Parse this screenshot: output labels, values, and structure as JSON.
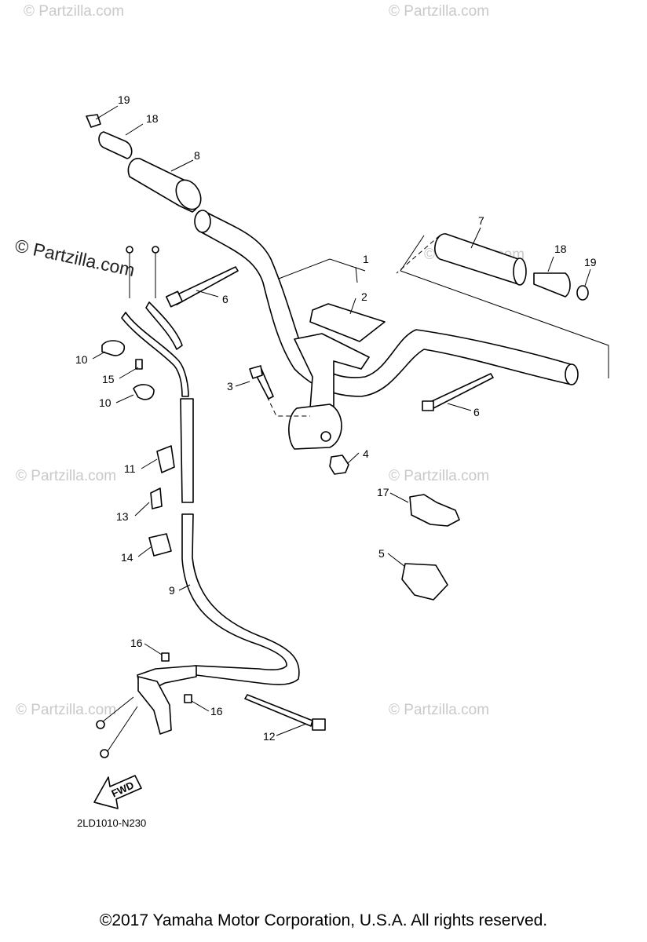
{
  "diagram": {
    "code": "2LD1010-N230",
    "fwd_label": "FWD",
    "copyright": "©2017  Yamaha Motor Corporation, U.S.A. All rights reserved."
  },
  "watermarks": [
    {
      "text": "© Partzilla.com"
    },
    {
      "text": "© Partzilla.com"
    },
    {
      "text": "© Partzilla.com"
    },
    {
      "text": "© Partzilla.com"
    },
    {
      "text": "© Partzilla.com"
    },
    {
      "text": "© Partzilla.com"
    },
    {
      "text": "© Partzilla.com"
    },
    {
      "text": "© Partzilla.com"
    }
  ],
  "callouts": [
    {
      "label": "19"
    },
    {
      "label": "18"
    },
    {
      "label": "8"
    },
    {
      "label": "7"
    },
    {
      "label": "18"
    },
    {
      "label": "19"
    },
    {
      "label": "1"
    },
    {
      "label": "2"
    },
    {
      "label": "6"
    },
    {
      "label": "6"
    },
    {
      "label": "3"
    },
    {
      "label": "4"
    },
    {
      "label": "10"
    },
    {
      "label": "15"
    },
    {
      "label": "10"
    },
    {
      "label": "11"
    },
    {
      "label": "13"
    },
    {
      "label": "14"
    },
    {
      "label": "9"
    },
    {
      "label": "17"
    },
    {
      "label": "5"
    },
    {
      "label": "16"
    },
    {
      "label": "16"
    },
    {
      "label": "12"
    }
  ]
}
